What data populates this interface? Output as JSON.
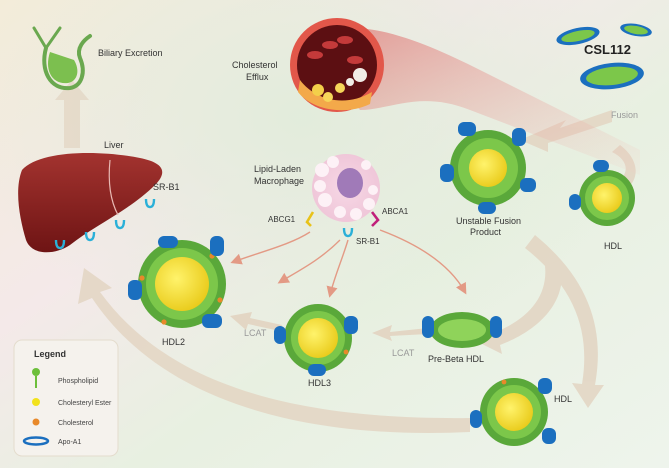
{
  "labels": {
    "biliary_excretion": "Biliary Excretion",
    "cholesterol_efflux_1": "Cholesterol",
    "cholesterol_efflux_2": "Efflux",
    "csl112": "CSL112",
    "fusion": "Fusion",
    "liver": "Liver",
    "srb1_liver": "SR-B1",
    "macrophage_1": "Lipid-Laden",
    "macrophage_2": "Macrophage",
    "abcg1": "ABCG1",
    "abca1": "ABCA1",
    "srb1_macrophage": "SR-B1",
    "unstable_1": "Unstable Fusion",
    "unstable_2": "Product",
    "hdl_top": "HDL",
    "hdl2": "HDL2",
    "lcat_left": "LCAT",
    "hdl3": "HDL3",
    "lcat_right": "LCAT",
    "pre_beta": "Pre-Beta HDL",
    "hdl_bottom": "HDL"
  },
  "legend": {
    "title": "Legend",
    "items": [
      {
        "label": "Phospholipid",
        "icon": "phospholipid-icon"
      },
      {
        "label": "Cholesteryl Ester",
        "icon": "cholesteryl-ester-icon"
      },
      {
        "label": "Cholesterol",
        "icon": "cholesterol-icon"
      },
      {
        "label": "Apo-A1",
        "icon": "apo-a1-icon"
      }
    ]
  },
  "colors": {
    "liver": "#8a1f1f",
    "phospholipid": "#6cbf3a",
    "core": "#f2e21c",
    "cholesterol": "#e8892a",
    "apo_a1": "#1b6fbf",
    "receptor_cyan": "#2ab0d8",
    "receptor_yellow": "#e8c21a",
    "receptor_magenta": "#c0207a",
    "arrow_pink": "#e8a08a",
    "arrow_beige": "#e3d6c4"
  }
}
